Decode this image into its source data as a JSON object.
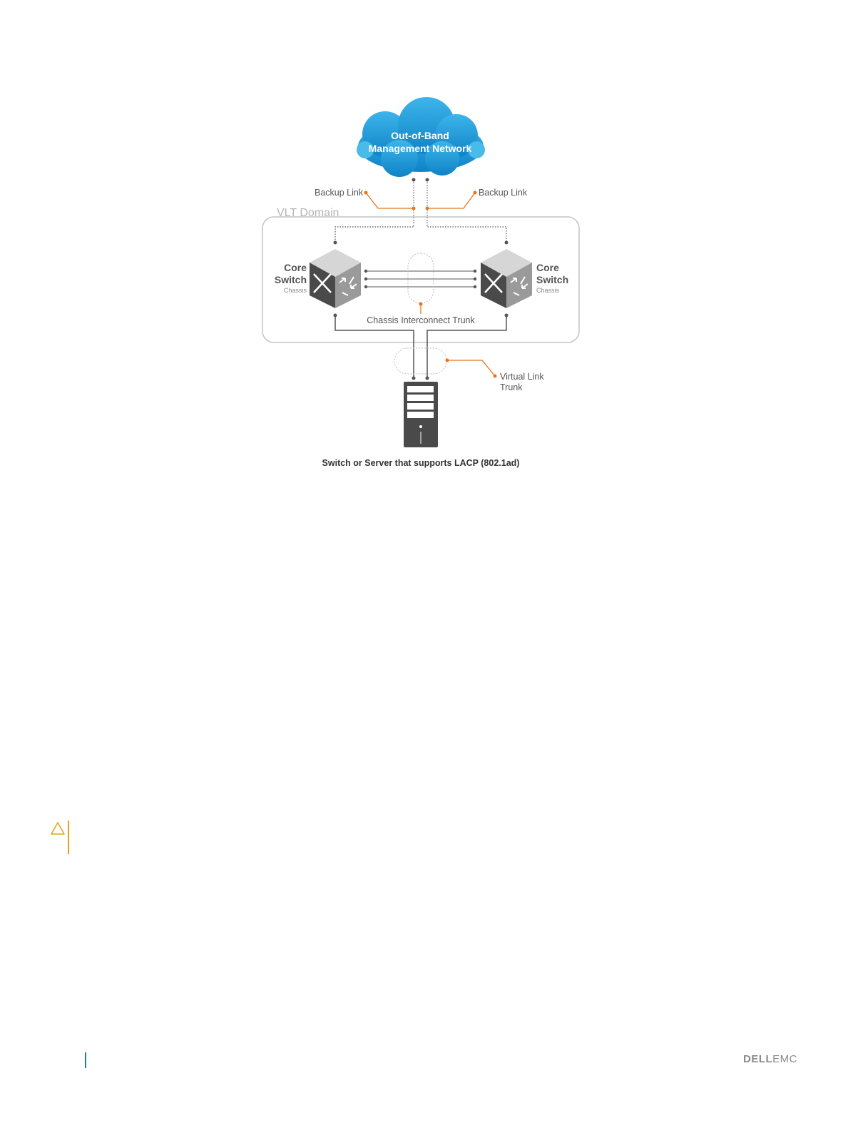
{
  "diagram": {
    "cloud_line1": "Out-of-Band",
    "cloud_line2": "Management Network",
    "backup_link_left": "Backup Link",
    "backup_link_right": "Backup Link",
    "vlt_domain": "VLT Domain",
    "core_switch_left": {
      "line1": "Core",
      "line2": "Switch",
      "line3": "Chassis"
    },
    "core_switch_right": {
      "line1": "Core",
      "line2": "Switch",
      "line3": "Chassis"
    },
    "chassis_trunk_label": "Chassis Interconnect Trunk",
    "virtual_link_line1": "Virtual Link",
    "virtual_link_line2": "Trunk",
    "server_caption": "Switch or Server that supports LACP (802.1ad)"
  },
  "footer": {
    "logo_dell": "DELL",
    "logo_emc": "EMC"
  },
  "colors": {
    "accent_orange": "#e8751a",
    "cloud_blue": "#1a9ad6",
    "caution_yellow": "#e0a21b",
    "footer_blue": "#1a82b7"
  },
  "icons": [
    "cloud-icon",
    "switch-cube-icon",
    "server-tower-icon",
    "caution-triangle-icon"
  ]
}
